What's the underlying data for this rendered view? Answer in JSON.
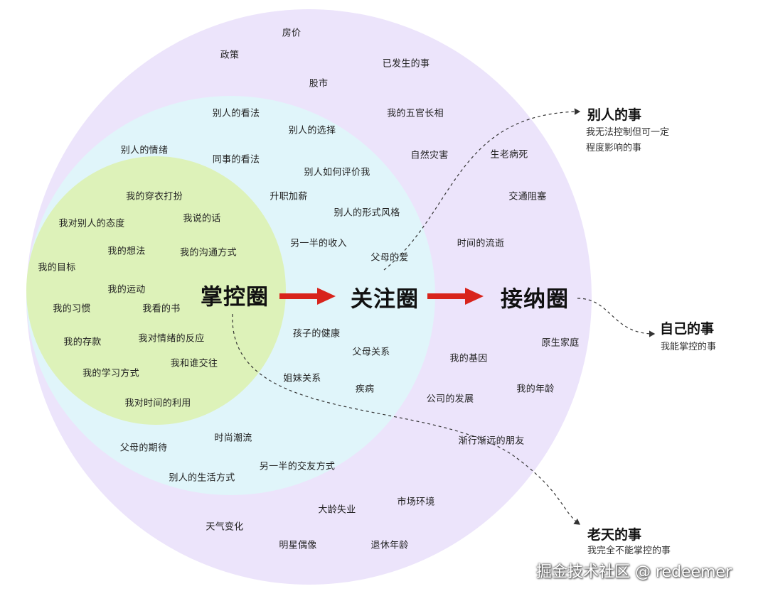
{
  "diagram": {
    "titles": {
      "control": "掌控圈",
      "focus": "关注圈",
      "accept": "接纳圈"
    },
    "inner_items": [
      "我的穿衣打扮",
      "我对别人的态度",
      "我说的话",
      "我的想法",
      "我的沟通方式",
      "我的目标",
      "我的运动",
      "我的习惯",
      "我看的书",
      "我的存款",
      "我对情绪的反应",
      "我和谁交往",
      "我的学习方式",
      "我对时间的利用"
    ],
    "middle_items": [
      "别人的看法",
      "别人的选择",
      "别人的情绪",
      "同事的看法",
      "别人如何评价我",
      "升职加薪",
      "别人的形式风格",
      "另一半的收入",
      "父母的爱",
      "孩子的健康",
      "父母关系",
      "姐妹关系",
      "疾病",
      "时尚潮流",
      "父母的期待",
      "另一半的交友方式",
      "别人的生活方式"
    ],
    "outer_items": [
      "房价",
      "政策",
      "已发生的事",
      "股市",
      "我的五官长相",
      "自然灾害",
      "生老病死",
      "交通阻塞",
      "时间的流逝",
      "原生家庭",
      "我的基因",
      "我的年龄",
      "公司的发展",
      "渐行渐远的朋友",
      "市场环境",
      "大龄失业",
      "天气变化",
      "明星偶像",
      "退休年龄"
    ],
    "callouts": [
      {
        "title": "别人的事",
        "desc": "我无法控制但可一定程度影响的事"
      },
      {
        "title": "自己的事",
        "desc": "我能掌控的事"
      },
      {
        "title": "老天的事",
        "desc": "我完全不能掌控的事"
      }
    ],
    "colors": {
      "control": "#ddf2b9",
      "focus": "#e0f5fa",
      "accept": "#ece4fb",
      "arrow": "#d8241c"
    }
  },
  "watermark": "掘金技术社区 @ redeemer"
}
